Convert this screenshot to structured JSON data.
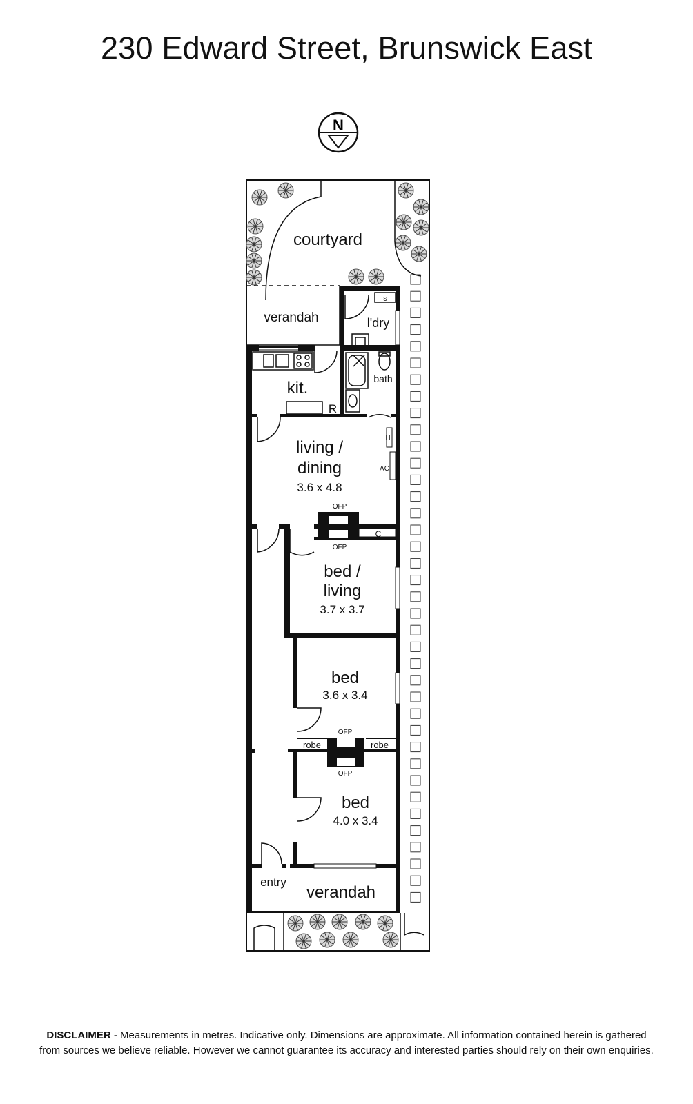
{
  "title": "230 Edward Street, Brunswick East",
  "compass_letter": "N",
  "rooms": {
    "courtyard": "courtyard",
    "verandah_rear": "verandah",
    "laundry": "l'dry",
    "bath": "bath",
    "kitchen": "kit.",
    "kitchen_fridge": "R",
    "living_dining_line1": "living /",
    "living_dining_line2": "dining",
    "living_dining_dim": "3.6 x 4.8",
    "heater": "H",
    "aircon": "AC",
    "cupboard": "C",
    "bed_living_line1": "bed /",
    "bed_living_line2": "living",
    "bed_living_dim": "3.7 x 3.7",
    "bed2": "bed",
    "bed2_dim": "3.6 x 3.4",
    "bed3": "bed",
    "bed3_dim": "4.0 x 3.4",
    "robe_left": "robe",
    "robe_right": "robe",
    "ofp1_top": "OFP",
    "ofp1_bottom": "OFP",
    "ofp2_top": "OFP",
    "ofp2_bottom": "OFP",
    "shower": "s",
    "entry": "entry",
    "verandah_front": "verandah"
  },
  "disclaimer": {
    "label": "DISCLAIMER",
    "line1": " - Measurements in metres. Indicative only. Dimensions are approximate. All information contained herein is gathered",
    "line2": "from sources we believe reliable. However we cannot guarantee its accuracy and interested parties should rely on their own enquiries."
  }
}
